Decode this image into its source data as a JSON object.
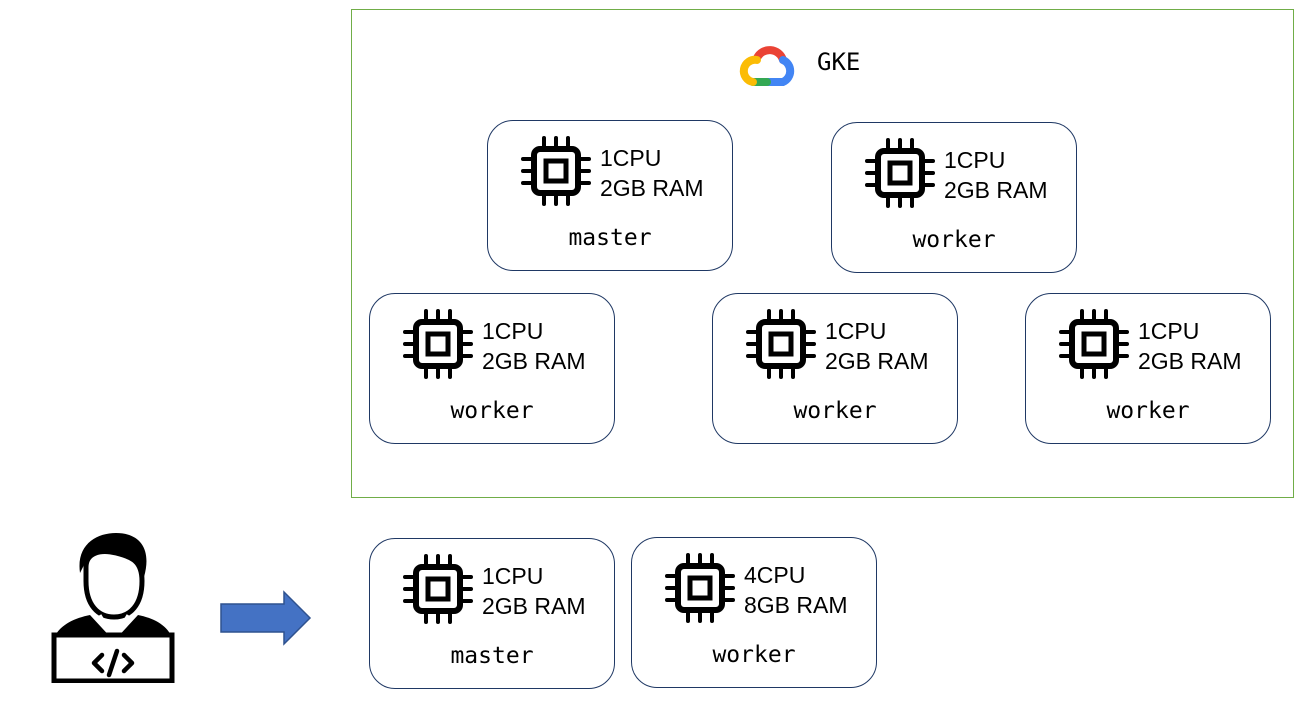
{
  "cluster": {
    "label": "GKE",
    "border_color": "#70ad47",
    "logo": "google-cloud-logo"
  },
  "gke_nodes": [
    {
      "cpu": "1CPU",
      "ram": "2GB RAM",
      "role": "master"
    },
    {
      "cpu": "1CPU",
      "ram": "2GB RAM",
      "role": "worker"
    },
    {
      "cpu": "1CPU",
      "ram": "2GB RAM",
      "role": "worker"
    },
    {
      "cpu": "1CPU",
      "ram": "2GB RAM",
      "role": "worker"
    },
    {
      "cpu": "1CPU",
      "ram": "2GB RAM",
      "role": "worker"
    }
  ],
  "local_nodes": [
    {
      "cpu": "1CPU",
      "ram": "2GB RAM",
      "role": "master"
    },
    {
      "cpu": "4CPU",
      "ram": "8GB RAM",
      "role": "worker"
    }
  ],
  "icons": {
    "node": "cpu-chip-icon",
    "user": "developer-icon",
    "flow": "right-arrow-icon"
  },
  "colors": {
    "node_border": "#1f3864",
    "arrow_fill": "#4472c4",
    "arrow_stroke": "#2f528f"
  }
}
